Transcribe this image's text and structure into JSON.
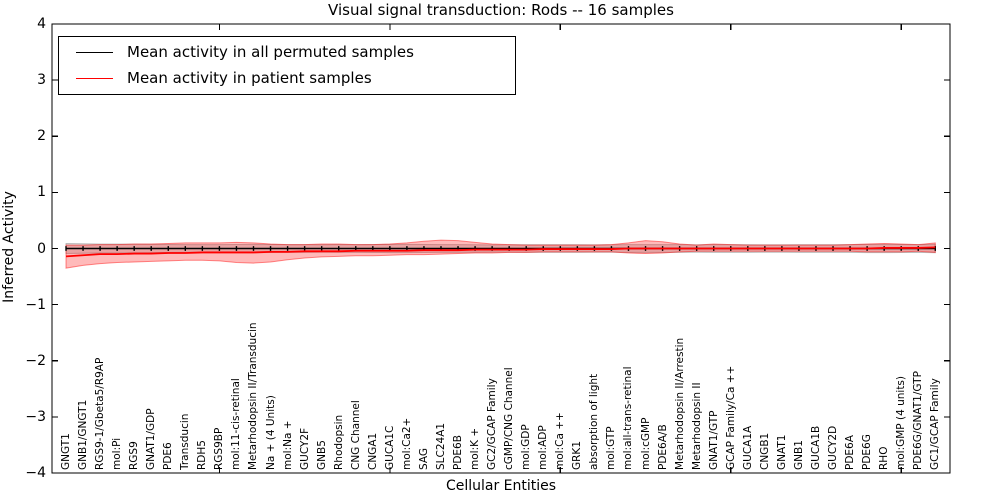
{
  "chart_data": {
    "type": "line",
    "title": "Visual signal transduction: Rods -- 16 samples",
    "xlabel": "Cellular Entities",
    "ylabel": "Inferred Activity",
    "ylim": [
      -4,
      4
    ],
    "grid": false,
    "legend_position": "upper left",
    "y_ticks": [
      {
        "value": 4,
        "label": "4"
      },
      {
        "value": 3,
        "label": "3"
      },
      {
        "value": 2,
        "label": "2"
      },
      {
        "value": 1,
        "label": "1"
      },
      {
        "value": 0,
        "label": "0"
      },
      {
        "value": -1,
        "label": "−1"
      },
      {
        "value": -2,
        "label": "−2"
      },
      {
        "value": -3,
        "label": "−3"
      },
      {
        "value": -4,
        "label": "−4"
      }
    ],
    "x_major_tick_indices": [
      9,
      19,
      29,
      39,
      49
    ],
    "categories": [
      "GNGT1",
      "GNB1/GNGT1",
      "RGS9-1/Gbeta5/R9AP",
      "mol:Pi",
      "RGS9",
      "GNAT1/GDP",
      "PDE6",
      "Transducin",
      "RDH5",
      "RGS9BP",
      "mol:11-cis-retinal",
      "Metarhodopsin II/Transducin",
      "Na + (4 Units)",
      "mol:Na +",
      "GUCY2F",
      "GNB5",
      "Rhodopsin",
      "CNG Channel",
      "CNGA1",
      "GUCA1C",
      "mol:Ca2+",
      "SAG",
      "SLC24A1",
      "PDE6B",
      "mol:K +",
      "GC2/GCAP Family",
      "cGMP/CNG Channel",
      "mol:GDP",
      "mol:ADP",
      "mol:Ca ++",
      "GRK1",
      "absorption of light",
      "mol:GTP",
      "mol:all-trans-retinal",
      "mol:cGMP",
      "PDE6A/B",
      "Metarhodopsin II/Arrestin",
      "Metarhodopsin II",
      "GNAT1/GTP",
      "GCAP Family/Ca ++",
      "GUCA1A",
      "CNGB1",
      "GNAT1",
      "GNB1",
      "GUCA1B",
      "GUCY2D",
      "PDE6A",
      "PDE6G",
      "RHO",
      "mol:GMP (4 units)",
      "PDE6G/GNAT1/GTP",
      "GC1/GCAP Family"
    ],
    "series": [
      {
        "name": "Mean activity in all permuted samples",
        "color": "#000000",
        "marker": "|",
        "values": [
          0,
          0,
          0,
          0,
          0,
          0,
          0,
          0,
          0,
          0,
          0,
          0,
          0,
          0,
          0,
          0,
          0,
          0,
          0,
          0,
          0,
          0,
          0,
          0,
          0,
          0,
          0,
          0,
          0,
          0,
          0,
          0,
          0,
          0,
          0,
          0,
          0,
          0,
          0,
          0,
          0,
          0,
          0,
          0,
          0,
          0,
          0,
          0,
          0,
          0,
          0,
          0
        ]
      },
      {
        "name": "Mean activity in patient samples",
        "color": "#ff0000",
        "marker": "none",
        "values": [
          -0.14,
          -0.12,
          -0.1,
          -0.1,
          -0.09,
          -0.09,
          -0.08,
          -0.08,
          -0.07,
          -0.07,
          -0.07,
          -0.07,
          -0.06,
          -0.06,
          -0.05,
          -0.05,
          -0.05,
          -0.04,
          -0.04,
          -0.04,
          -0.04,
          -0.03,
          -0.03,
          -0.03,
          -0.02,
          -0.02,
          -0.02,
          -0.02,
          -0.01,
          -0.01,
          -0.01,
          -0.01,
          -0.01,
          0,
          0,
          0,
          0,
          0,
          0,
          0,
          0,
          0,
          0,
          0,
          0,
          0,
          0,
          0,
          0.01,
          0.01,
          0.01,
          0.02
        ]
      }
    ],
    "bands": [
      {
        "name": "permuted-samples-band",
        "fill": "rgba(0,0,0,0.13)",
        "edge": "rgba(0,0,0,0.22)",
        "upper": [
          0.09,
          0.085,
          0.08,
          0.08,
          0.078,
          0.075,
          0.072,
          0.07,
          0.07,
          0.07,
          0.072,
          0.073,
          0.072,
          0.07,
          0.068,
          0.066,
          0.068,
          0.07,
          0.071,
          0.073,
          0.074,
          0.072,
          0.07,
          0.068,
          0.066,
          0.065,
          0.066,
          0.068,
          0.07,
          0.07,
          0.068,
          0.066,
          0.066,
          0.068,
          0.07,
          0.07,
          0.068,
          0.066,
          0.068,
          0.07,
          0.068,
          0.066,
          0.066,
          0.068,
          0.07,
          0.07,
          0.07,
          0.073,
          0.074,
          0.072,
          0.07,
          0.075
        ],
        "lower": [
          -0.09,
          -0.085,
          -0.08,
          -0.08,
          -0.078,
          -0.075,
          -0.072,
          -0.07,
          -0.07,
          -0.07,
          -0.072,
          -0.073,
          -0.072,
          -0.07,
          -0.068,
          -0.066,
          -0.068,
          -0.07,
          -0.071,
          -0.073,
          -0.074,
          -0.072,
          -0.07,
          -0.068,
          -0.066,
          -0.065,
          -0.066,
          -0.068,
          -0.07,
          -0.07,
          -0.068,
          -0.066,
          -0.066,
          -0.068,
          -0.07,
          -0.07,
          -0.068,
          -0.066,
          -0.068,
          -0.07,
          -0.068,
          -0.066,
          -0.066,
          -0.068,
          -0.07,
          -0.07,
          -0.07,
          -0.073,
          -0.074,
          -0.072,
          -0.07,
          -0.075
        ]
      },
      {
        "name": "patient-samples-band",
        "fill": "rgba(255,0,0,0.27)",
        "edge": "rgba(255,0,0,0.45)",
        "upper": [
          0.06,
          0.06,
          0.07,
          0.07,
          0.08,
          0.08,
          0.09,
          0.1,
          0.1,
          0.1,
          0.11,
          0.1,
          0.08,
          0.07,
          0.07,
          0.08,
          0.08,
          0.07,
          0.07,
          0.08,
          0.1,
          0.13,
          0.15,
          0.14,
          0.11,
          0.08,
          0.07,
          0.06,
          0.06,
          0.06,
          0.06,
          0.06,
          0.07,
          0.1,
          0.14,
          0.12,
          0.08,
          0.06,
          0.08,
          0.07,
          0.06,
          0.06,
          0.06,
          0.06,
          0.06,
          0.06,
          0.07,
          0.08,
          0.09,
          0.08,
          0.07,
          0.1
        ],
        "lower": [
          -0.35,
          -0.3,
          -0.27,
          -0.25,
          -0.24,
          -0.23,
          -0.22,
          -0.21,
          -0.21,
          -0.22,
          -0.25,
          -0.26,
          -0.24,
          -0.2,
          -0.17,
          -0.15,
          -0.14,
          -0.13,
          -0.13,
          -0.12,
          -0.11,
          -0.11,
          -0.1,
          -0.09,
          -0.08,
          -0.08,
          -0.07,
          -0.07,
          -0.06,
          -0.06,
          -0.06,
          -0.06,
          -0.06,
          -0.08,
          -0.09,
          -0.08,
          -0.06,
          -0.05,
          -0.05,
          -0.05,
          -0.05,
          -0.05,
          -0.05,
          -0.05,
          -0.05,
          -0.05,
          -0.05,
          -0.06,
          -0.06,
          -0.06,
          -0.05,
          -0.07
        ]
      }
    ]
  }
}
